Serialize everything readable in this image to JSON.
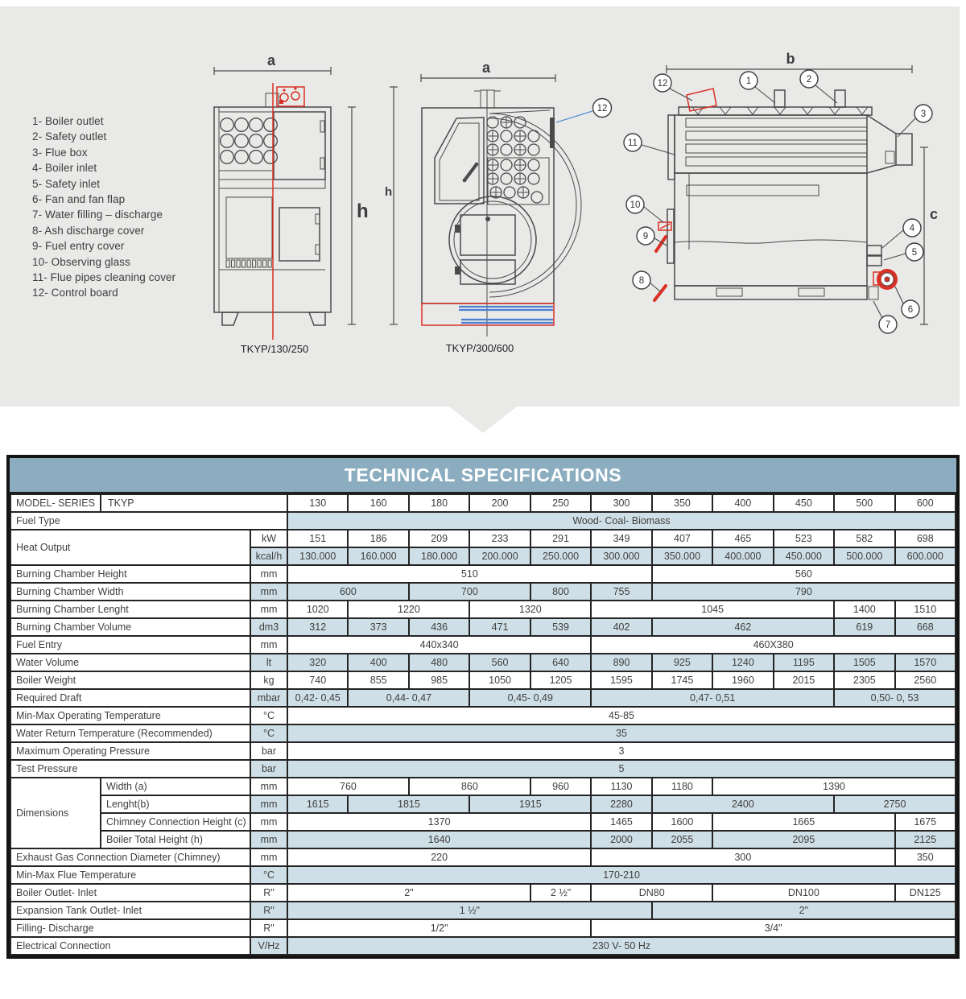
{
  "colors": {
    "header_bg": "#8badbf",
    "row_shade": "#cfdfe7",
    "accent_red": "#d93025",
    "accent_blue": "#4a7fd0",
    "top_background": "#e9e9e8"
  },
  "legend": {
    "items": [
      "1- Boiler outlet",
      "2- Safety outlet",
      "3- Flue box",
      "4- Boiler inlet",
      "5- Safety inlet",
      "6- Fan and fan flap",
      "7- Water filling – discharge",
      "8- Ash discharge cover",
      "9- Fuel entry cover",
      "10- Observing glass",
      "11- Flue pipes cleaning cover",
      "12- Control board"
    ]
  },
  "diagrams": {
    "left": {
      "caption": "TKYP/130/250",
      "dim_a": "a",
      "dim_h": "h"
    },
    "middle": {
      "caption": "TKYP/300/600",
      "dim_a": "a",
      "dim_h": "h",
      "callout": "12"
    },
    "right": {
      "dim_b": "b",
      "dim_c": "c",
      "callouts": [
        "1",
        "2",
        "3",
        "4",
        "5",
        "6",
        "7",
        "8",
        "9",
        "10",
        "11",
        "12"
      ]
    }
  },
  "table": {
    "title": "TECHNICAL SPECIFICATIONS",
    "model_label": "MODEL- SERIES",
    "series": "TKYP",
    "columns": [
      "130",
      "160",
      "180",
      "200",
      "250",
      "300",
      "350",
      "400",
      "450",
      "500",
      "600"
    ],
    "rows": [
      {
        "kind": "model",
        "label": "MODEL- SERIES",
        "series": "TKYP",
        "shade": false,
        "cells": [
          [
            "130",
            1
          ],
          [
            "160",
            1
          ],
          [
            "180",
            1
          ],
          [
            "200",
            1
          ],
          [
            "250",
            1
          ],
          [
            "300",
            1
          ],
          [
            "350",
            1
          ],
          [
            "400",
            1
          ],
          [
            "450",
            1
          ],
          [
            "500",
            1
          ],
          [
            "600",
            1
          ]
        ]
      },
      {
        "kind": "full",
        "label": "Fuel Type",
        "shade": true,
        "cells": [
          [
            "Wood- Coal- Biomass",
            11
          ]
        ]
      },
      {
        "kind": "group",
        "label": "Heat Output",
        "rowspan": 2,
        "unit": "kW",
        "shade": false,
        "cells": [
          [
            "151",
            1
          ],
          [
            "186",
            1
          ],
          [
            "209",
            1
          ],
          [
            "233",
            1
          ],
          [
            "291",
            1
          ],
          [
            "349",
            1
          ],
          [
            "407",
            1
          ],
          [
            "465",
            1
          ],
          [
            "523",
            1
          ],
          [
            "582",
            1
          ],
          [
            "698",
            1
          ]
        ]
      },
      {
        "kind": "cont",
        "unit": "kcal/h",
        "shade": true,
        "cells": [
          [
            "130.000",
            1
          ],
          [
            "160.000",
            1
          ],
          [
            "180.000",
            1
          ],
          [
            "200.000",
            1
          ],
          [
            "250.000",
            1
          ],
          [
            "300.000",
            1
          ],
          [
            "350.000",
            1
          ],
          [
            "400.000",
            1
          ],
          [
            "450.000",
            1
          ],
          [
            "500.000",
            1
          ],
          [
            "600.000",
            1
          ]
        ]
      },
      {
        "kind": "std",
        "label": "Burning Chamber Height",
        "unit": "mm",
        "shade": false,
        "cells": [
          [
            "510",
            6
          ],
          [
            "560",
            5
          ]
        ]
      },
      {
        "kind": "std",
        "label": "Burning Chamber Width",
        "unit": "mm",
        "shade": true,
        "cells": [
          [
            "600",
            2
          ],
          [
            "700",
            2
          ],
          [
            "800",
            1
          ],
          [
            "755",
            1
          ],
          [
            "790",
            5
          ]
        ]
      },
      {
        "kind": "std",
        "label": "Burning Chamber Lenght",
        "unit": "mm",
        "shade": false,
        "cells": [
          [
            "1020",
            1
          ],
          [
            "1220",
            2
          ],
          [
            "1320",
            2
          ],
          [
            "1045",
            4
          ],
          [
            "1400",
            1
          ],
          [
            "1510",
            1
          ]
        ]
      },
      {
        "kind": "std",
        "label": "Burning Chamber Volume",
        "unit": "dm3",
        "shade": true,
        "cells": [
          [
            "312",
            1
          ],
          [
            "373",
            1
          ],
          [
            "436",
            1
          ],
          [
            "471",
            1
          ],
          [
            "539",
            1
          ],
          [
            "402",
            1
          ],
          [
            "462",
            3
          ],
          [
            "619",
            1
          ],
          [
            "668",
            1
          ]
        ]
      },
      {
        "kind": "std",
        "label": "Fuel Entry",
        "unit": "mm",
        "shade": false,
        "cells": [
          [
            "440x340",
            5
          ],
          [
            "460X380",
            6
          ]
        ]
      },
      {
        "kind": "std",
        "label": "Water Volume",
        "unit": "lt",
        "shade": true,
        "cells": [
          [
            "320",
            1
          ],
          [
            "400",
            1
          ],
          [
            "480",
            1
          ],
          [
            "560",
            1
          ],
          [
            "640",
            1
          ],
          [
            "890",
            1
          ],
          [
            "925",
            1
          ],
          [
            "1240",
            1
          ],
          [
            "1195",
            1
          ],
          [
            "1505",
            1
          ],
          [
            "1570",
            1
          ]
        ]
      },
      {
        "kind": "std",
        "label": "Boiler Weight",
        "unit": "kg",
        "shade": false,
        "cells": [
          [
            "740",
            1
          ],
          [
            "855",
            1
          ],
          [
            "985",
            1
          ],
          [
            "1050",
            1
          ],
          [
            "1205",
            1
          ],
          [
            "1595",
            1
          ],
          [
            "1745",
            1
          ],
          [
            "1960",
            1
          ],
          [
            "2015",
            1
          ],
          [
            "2305",
            1
          ],
          [
            "2560",
            1
          ]
        ]
      },
      {
        "kind": "std",
        "label": "Required Draft",
        "unit": "mbar",
        "shade": true,
        "cells": [
          [
            "0,42- 0,45",
            1
          ],
          [
            "0,44- 0,47",
            2
          ],
          [
            "0,45- 0,49",
            2
          ],
          [
            "0,47- 0,51",
            4
          ],
          [
            "0,50- 0, 53",
            2
          ]
        ]
      },
      {
        "kind": "std",
        "label": "Min-Max Operating Temperature",
        "unit": "°C",
        "shade": false,
        "cells": [
          [
            "45-85",
            11
          ]
        ]
      },
      {
        "kind": "std",
        "label": "Water Return Temperature (Recommended)",
        "unit": "°C",
        "shade": true,
        "cells": [
          [
            "35",
            11
          ]
        ]
      },
      {
        "kind": "std",
        "label": "Maximum Operating Pressure",
        "unit": "bar",
        "shade": false,
        "cells": [
          [
            "3",
            11
          ]
        ]
      },
      {
        "kind": "std",
        "label": "Test Pressure",
        "unit": "bar",
        "shade": true,
        "cells": [
          [
            "5",
            11
          ]
        ]
      },
      {
        "kind": "dim",
        "group": "Dimensions",
        "rowspan": 4,
        "label": "Width  (a)",
        "unit": "mm",
        "shade": false,
        "cells": [
          [
            "760",
            2
          ],
          [
            "860",
            2
          ],
          [
            "960",
            1
          ],
          [
            "1130",
            1
          ],
          [
            "1180",
            1
          ],
          [
            "1390",
            4
          ]
        ]
      },
      {
        "kind": "dimc",
        "label": "Lenght(b)",
        "unit": "mm",
        "shade": true,
        "cells": [
          [
            "1615",
            1
          ],
          [
            "1815",
            2
          ],
          [
            "1915",
            2
          ],
          [
            "2280",
            1
          ],
          [
            "2400",
            3
          ],
          [
            "2750",
            2
          ]
        ]
      },
      {
        "kind": "dimc",
        "label": "Chimney Connection Height (c)",
        "unit": "mm",
        "shade": false,
        "cells": [
          [
            "1370",
            5
          ],
          [
            "1465",
            1
          ],
          [
            "1600",
            1
          ],
          [
            "1665",
            3
          ],
          [
            "1675",
            1
          ]
        ]
      },
      {
        "kind": "dimc",
        "label": "Boiler Total Height (h)",
        "unit": "mm",
        "shade": true,
        "cells": [
          [
            "1640",
            5
          ],
          [
            "2000",
            1
          ],
          [
            "2055",
            1
          ],
          [
            "2095",
            3
          ],
          [
            "2125",
            1
          ]
        ]
      },
      {
        "kind": "std",
        "label": "Exhaust Gas Connection Diameter (Chimney)",
        "unit": "mm",
        "shade": false,
        "cells": [
          [
            "220",
            5
          ],
          [
            "300",
            5
          ],
          [
            "350",
            1
          ]
        ]
      },
      {
        "kind": "std",
        "label": "Min-Max Flue Temperature",
        "unit": "°C",
        "shade": true,
        "cells": [
          [
            "170-210",
            11
          ]
        ]
      },
      {
        "kind": "std",
        "label": "Boiler Outlet- Inlet",
        "unit": "R\"",
        "shade": false,
        "cells": [
          [
            "2\"",
            4
          ],
          [
            "2 ½\"",
            1
          ],
          [
            "DN80",
            2
          ],
          [
            "DN100",
            3
          ],
          [
            "DN125",
            1
          ]
        ]
      },
      {
        "kind": "std",
        "label": "Expansion Tank Outlet- Inlet",
        "unit": "R\"",
        "shade": true,
        "cells": [
          [
            "1 ½\"",
            6
          ],
          [
            "2\"",
            5
          ]
        ]
      },
      {
        "kind": "std",
        "label": "Filling- Discharge",
        "unit": "R\"",
        "shade": false,
        "cells": [
          [
            "1/2\"",
            5
          ],
          [
            "3/4\"",
            6
          ]
        ]
      },
      {
        "kind": "std",
        "label": "Electrical Connection",
        "unit": "V/Hz",
        "shade": true,
        "cells": [
          [
            "230 V- 50 Hz",
            11
          ]
        ]
      }
    ]
  }
}
